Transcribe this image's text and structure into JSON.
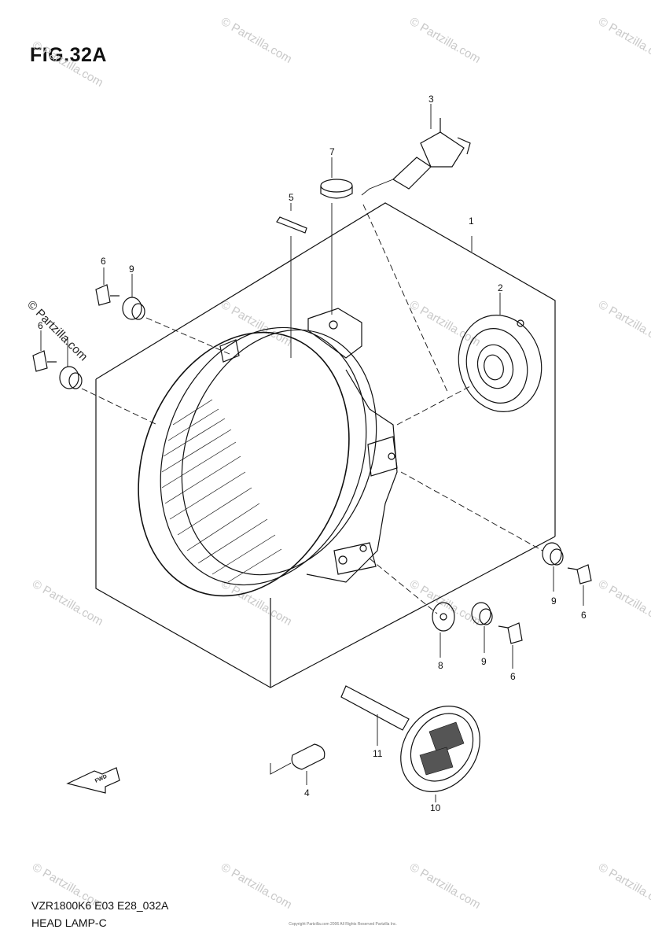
{
  "figure": {
    "title": "FIG.32A",
    "code": "VZR1800K6 E03 E28_032A",
    "name": "HEAD LAMP-C",
    "copyright": "Copyright\nPartzilla.com 2006 All Rights Reserved Partzilla Inc.",
    "watermark": "© Partzilla.com",
    "fwd_label": "FWD"
  },
  "callouts": [
    {
      "id": "1",
      "text": "1"
    },
    {
      "id": "2",
      "text": "2"
    },
    {
      "id": "3",
      "text": "3"
    },
    {
      "id": "4",
      "text": "4"
    },
    {
      "id": "5",
      "text": "5"
    },
    {
      "id": "6a",
      "text": "6"
    },
    {
      "id": "6b",
      "text": "6"
    },
    {
      "id": "6c",
      "text": "6"
    },
    {
      "id": "6d",
      "text": "6"
    },
    {
      "id": "7",
      "text": "7"
    },
    {
      "id": "8",
      "text": "8"
    },
    {
      "id": "9a",
      "text": "9"
    },
    {
      "id": "9b",
      "text": "9"
    },
    {
      "id": "9c",
      "text": "9"
    },
    {
      "id": "10",
      "text": "10"
    },
    {
      "id": "11",
      "text": "11"
    }
  ]
}
